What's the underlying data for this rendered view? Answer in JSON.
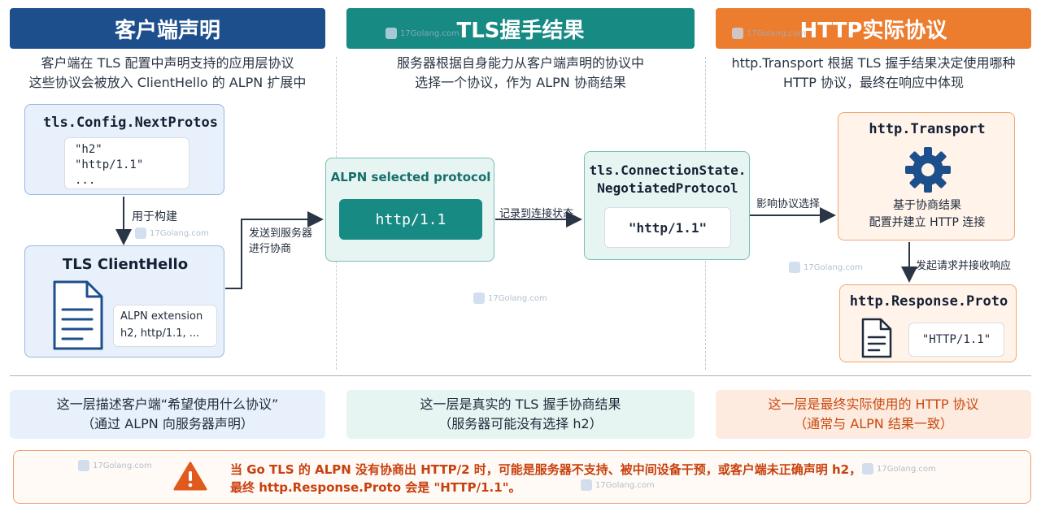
{
  "columns": {
    "client": {
      "header": "客户端声明",
      "desc": [
        "客户端在 TLS 配置中声明支持的应用层协议",
        "这些协议会被放入 ClientHello 的 ALPN 扩展中"
      ],
      "config_title": "tls.Config.NextProtos",
      "config_values": [
        "\"h2\"",
        "\"http/1.1\"",
        "..."
      ],
      "arrow1_label": "用于构建",
      "hello_title": "TLS ClientHello",
      "alpn_ext_title": "ALPN extension",
      "alpn_ext_values": "h2, http/1.1, ...",
      "arrow2_label": [
        "发送到服务器",
        "进行协商"
      ]
    },
    "handshake": {
      "header": "TLS握手结果",
      "desc": [
        "服务器根据自身能力从客户端声明的协议中",
        "选择一个协议，作为 ALPN 协商结果"
      ],
      "alpn_title": "ALPN selected protocol",
      "alpn_value": "http/1.1",
      "arrow_label": "记录到连接状态",
      "state_title": [
        "tls.ConnectionState.",
        "NegotiatedProtocol"
      ],
      "state_value": "\"http/1.1\""
    },
    "http": {
      "header": "HTTP实际协议",
      "desc": [
        "http.Transport 根据 TLS 握手结果决定使用哪种",
        "HTTP 协议，最终在响应中体现"
      ],
      "arrow_in_label": "影响协议选择",
      "transport_title": "http.Transport",
      "transport_desc": [
        "基于协商结果",
        "配置并建立 HTTP 连接"
      ],
      "arrow_down_label": "发起请求并接收响应",
      "proto_title": "http.Response.Proto",
      "proto_value": "\"HTTP/1.1\""
    }
  },
  "bands": {
    "client": [
      "这一层描述客户端“希望使用什么协议”",
      "（通过 ALPN 向服务器声明）"
    ],
    "handshake": [
      "这一层是真实的 TLS 握手协商结果",
      "（服务器可能没有选择 h2）"
    ],
    "http": [
      "这一层是最终实际使用的 HTTP 协议",
      "（通常与 ALPN 结果一致）"
    ]
  },
  "warning": [
    "当 Go TLS 的 ALPN 没有协商出 HTTP/2 时，可能是服务器不支持、被中间设备干预，或客户端未正确声明 h2，",
    "最终 http.Response.Proto 会是 \"HTTP/1.1\"。"
  ],
  "watermark": "17Golang.com",
  "icons": [
    "document-icon",
    "gear-icon",
    "warning-icon"
  ],
  "colors": {
    "blue": "#1d4f8c",
    "teal": "#178a84",
    "orange": "#ec7c2e",
    "warning": "#e05a1e"
  }
}
